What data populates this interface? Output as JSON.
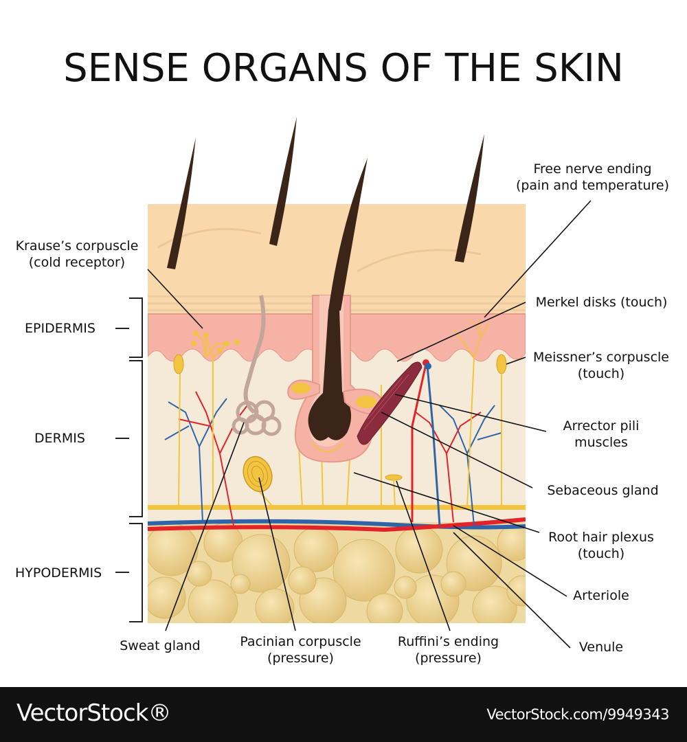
{
  "title": "SENSE ORGANS OF THE SKIN",
  "layers": {
    "epidermis": "EPIDERMIS",
    "dermis": "DERMIS",
    "hypodermis": "HYPODERMIS"
  },
  "labels": {
    "krause": "Krause’s corpuscle\n(cold receptor)",
    "free_nerve": "Free nerve ending\n(pain and temperature)",
    "merkel": "Merkel disks (touch)",
    "meissner": "Meissner’s corpuscle\n(touch)",
    "arrector": "Arrector pili\nmuscles",
    "sebaceous": "Sebaceous gland",
    "root_hair": "Root hair plexus\n(touch)",
    "arteriole": "Arteriole",
    "venule": "Venule",
    "sweat": "Sweat gland",
    "pacinian": "Pacinian corpuscle\n(pressure)",
    "ruffini": "Ruffini’s ending\n(pressure)"
  },
  "footer": {
    "brand": "VectorStock®",
    "url": "VectorStock.com/9949343"
  },
  "colors": {
    "stratum_corneum": "#f9d9ab",
    "epidermis": "#f6b2a4",
    "dermis": "#f4ead7",
    "fat": "#e8cf8a",
    "hair": "#3b2418",
    "artery": "#e32329",
    "vein": "#2f65a8",
    "nerve": "#f2c440"
  }
}
